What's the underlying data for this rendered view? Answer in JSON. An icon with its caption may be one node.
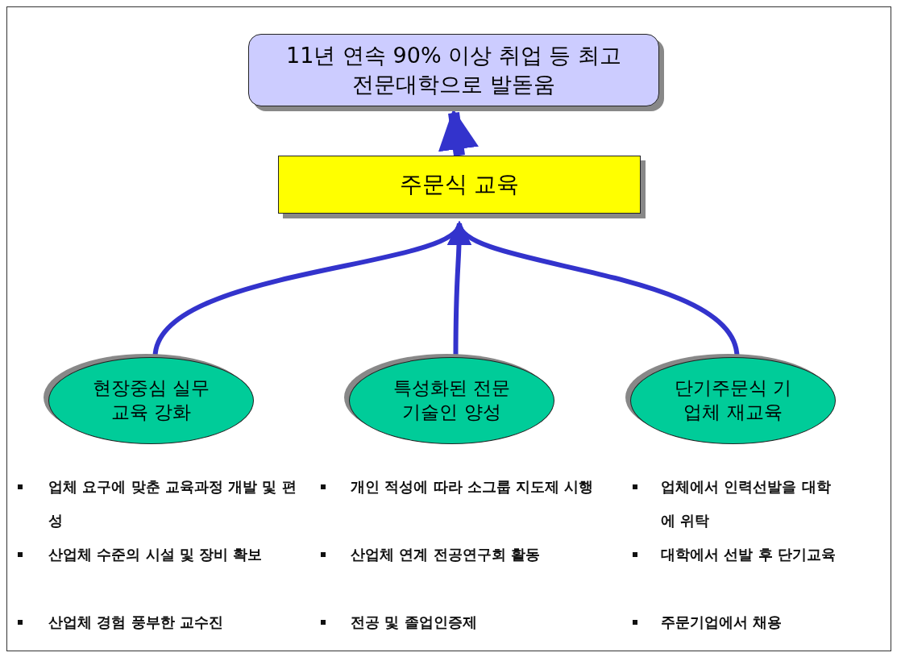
{
  "diagram": {
    "nodes": [
      {
        "text": [
          "11년 연속 90% 이상 취업 등 최고전문대학으로 발돋움"
        ]
      },
      {
        "text": [
          "주문식 교육"
        ]
      },
      {
        "text": [
          "현장중심 실무교육 강화"
        ]
      },
      {
        "text": [
          "특성화된 전문기술인 양성"
        ]
      },
      {
        "text": [
          "단기주문식 기업체 재교육"
        ]
      }
    ],
    "edges": [
      {
        "from": 1,
        "to": 0,
        "arrow": "to",
        "style": "thick"
      },
      {
        "from": 2,
        "to": 1,
        "arrow": "to"
      },
      {
        "from": 3,
        "to": 1,
        "arrow": "to"
      },
      {
        "from": 4,
        "to": 1,
        "arrow": "to"
      }
    ],
    "labels": [
      "업체 요구에 맞춘 교육과정 개발 및 편성",
      "개인 적성에 따라 소그룹 지도제 시행",
      "업체에서 인력선발을 대학에 위탁",
      "산업체 수준의 시설 및 장비 확보",
      "산업체 연계 전공연구회 활동",
      "대학에서 선발 후 단기교육",
      "산업체 경험 풍부한 교수진",
      "전공 및 졸업인증제",
      "주문기업에서 채용"
    ]
  }
}
